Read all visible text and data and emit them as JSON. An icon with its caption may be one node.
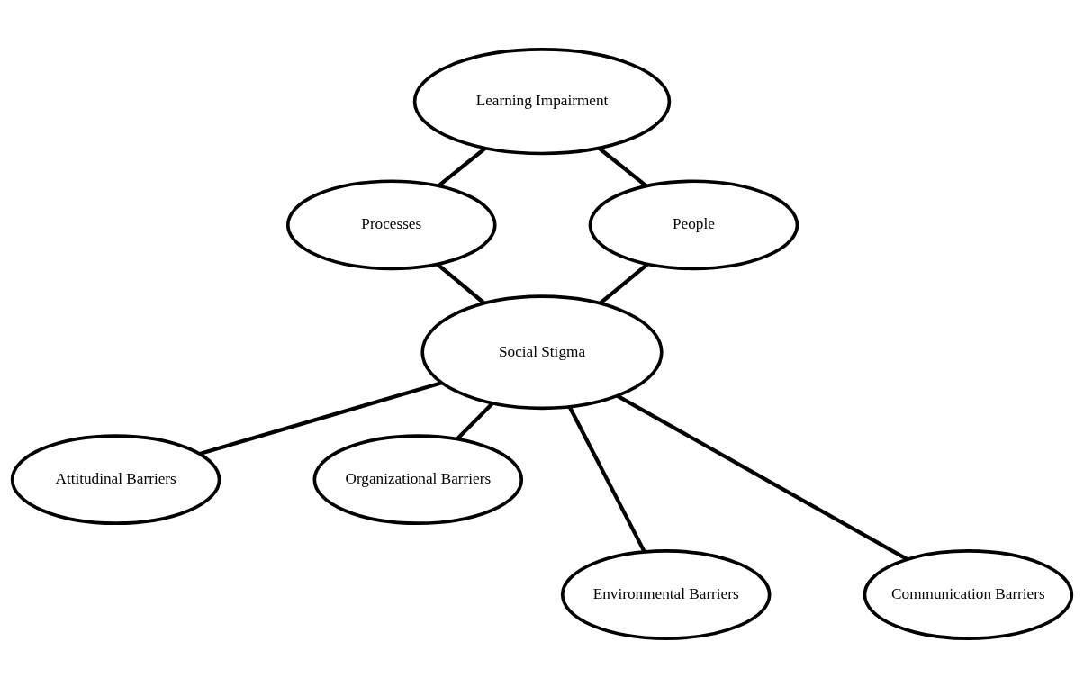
{
  "diagram": {
    "nodes": [
      {
        "text": [
          "Learning Impairment"
        ]
      },
      {
        "text": [
          "People"
        ]
      },
      {
        "text": [
          "Processes"
        ]
      },
      {
        "text": [
          "Social Stigma"
        ]
      },
      {
        "text": [
          "Attitudinal Barriers"
        ]
      },
      {
        "text": [
          "Organizational Barriers"
        ]
      },
      {
        "text": [
          "Environmental Barriers"
        ]
      },
      {
        "text": [
          "Communication Barriers"
        ]
      }
    ],
    "edges": [
      {
        "from": 1,
        "to": 0,
        "arrow": "none"
      },
      {
        "from": 0,
        "to": 2,
        "arrow": "none"
      },
      {
        "from": 1,
        "to": 3,
        "arrow": "none"
      },
      {
        "from": 2,
        "to": 3,
        "arrow": "none"
      },
      {
        "from": 3,
        "to": 4,
        "arrow": "none"
      },
      {
        "from": 3,
        "to": 5,
        "arrow": "none"
      },
      {
        "from": 3,
        "to": 6,
        "arrow": "none"
      },
      {
        "from": 3,
        "to": 7,
        "arrow": "none"
      }
    ]
  }
}
